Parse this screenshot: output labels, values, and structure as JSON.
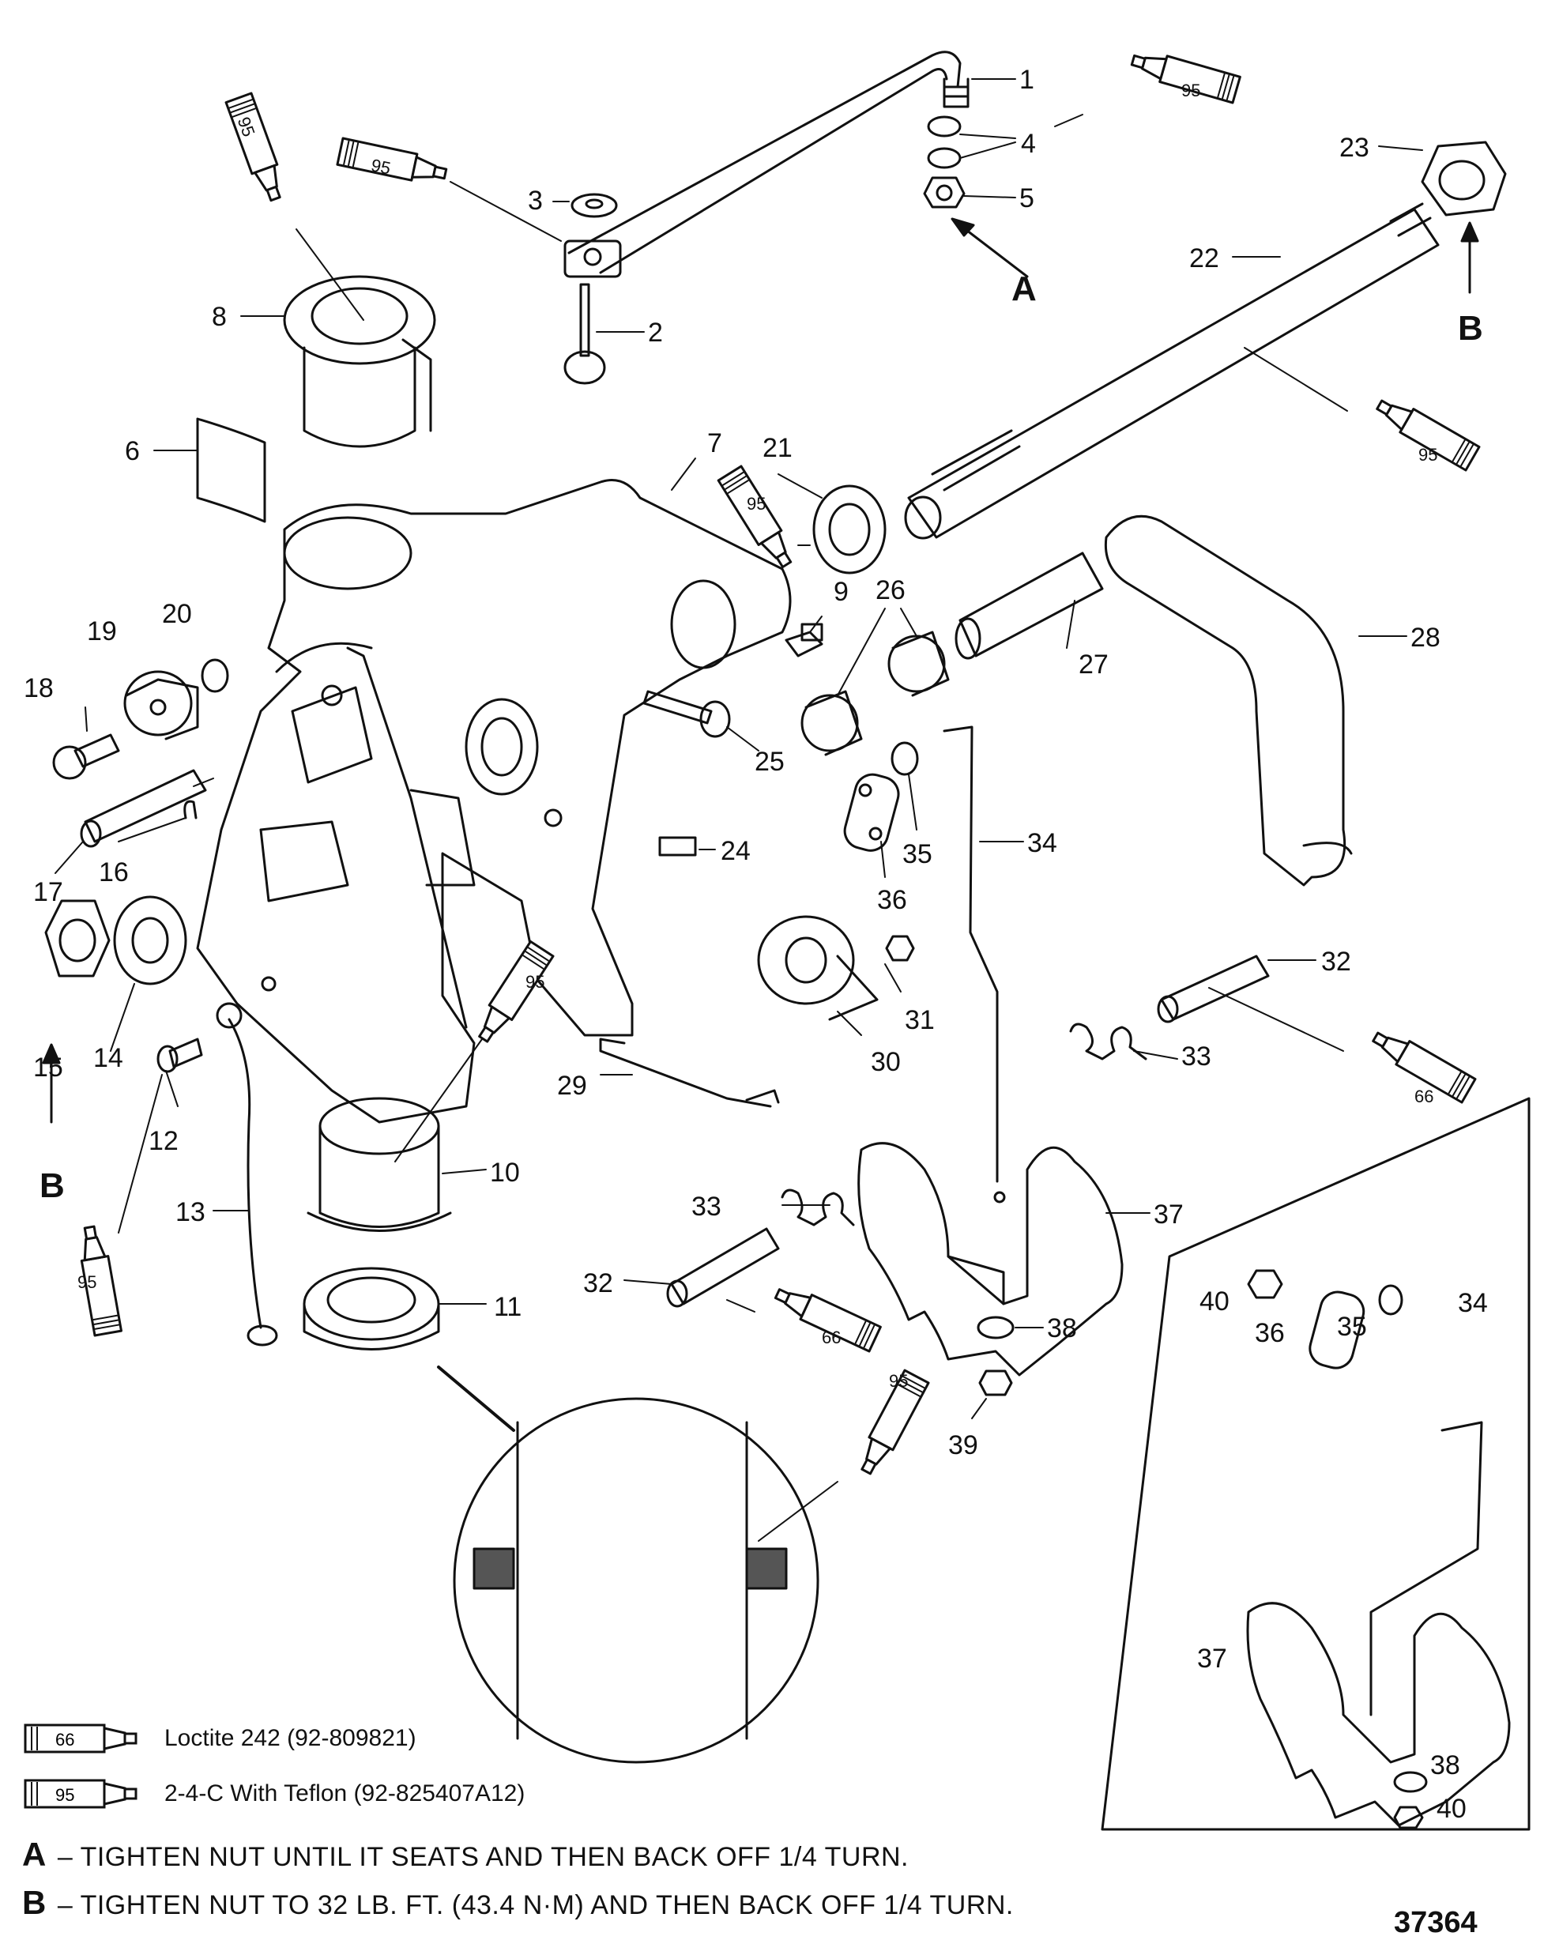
{
  "callouts": [
    "1",
    "2",
    "3",
    "4",
    "5",
    "6",
    "7",
    "8",
    "9",
    "10",
    "11",
    "12",
    "13",
    "14",
    "15",
    "16",
    "17",
    "18",
    "19",
    "20",
    "21",
    "22",
    "23",
    "24",
    "25",
    "26",
    "27",
    "28",
    "29",
    "30",
    "31",
    "32",
    "33",
    "34",
    "35",
    "36",
    "37",
    "38",
    "39",
    "40"
  ],
  "inset_callouts": [
    "40",
    "36",
    "35",
    "34",
    "37",
    "38",
    "40"
  ],
  "letters": {
    "a": "A",
    "b": "B"
  },
  "tube_numbers": {
    "loctite": "66",
    "teflon": "95"
  },
  "legend": [
    {
      "tube": "66",
      "text": "Loctite 242   (92-809821)"
    },
    {
      "tube": "95",
      "text": "2-4-C  With Teflon (92-825407A12)"
    }
  ],
  "notes": [
    {
      "letter": "A",
      "text": "– TIGHTEN  NUT UNTIL IT SEATS AND THEN BACK OFF 1/4 TURN."
    },
    {
      "letter": "B",
      "text": "– TIGHTEN NUT TO 32 LB. FT. (43.4 N·M) AND THEN BACK OFF 1/4 TURN."
    }
  ],
  "figure_number": "37364"
}
